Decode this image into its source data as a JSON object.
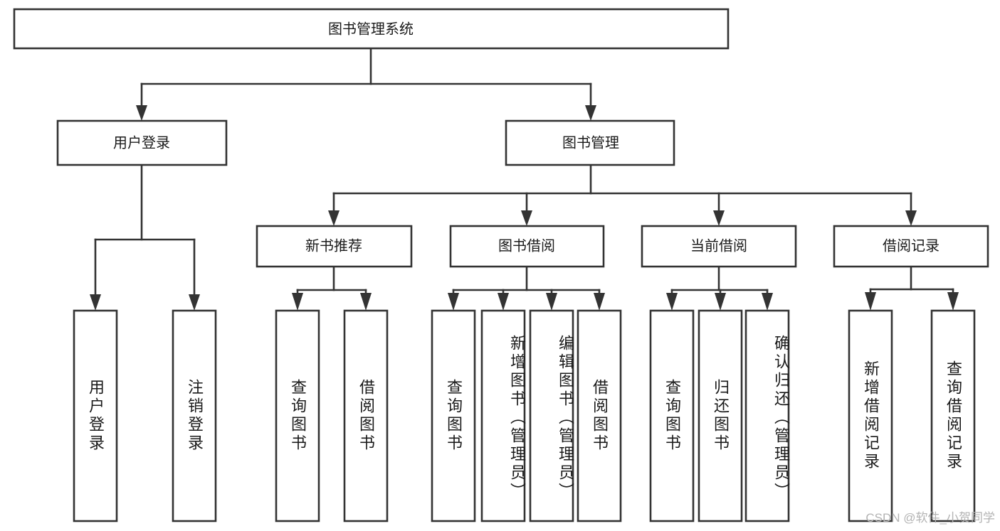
{
  "diagram": {
    "title": "图书管理系统",
    "type": "tree",
    "style": {
      "box_fill": "#ffffff",
      "box_stroke": "#333333",
      "text_color": "#1a1a1a",
      "background": "#ffffff",
      "watermark_color": "#b3b3b3"
    },
    "root": {
      "label": "图书管理系统"
    },
    "level1": [
      {
        "label": "用户登录"
      },
      {
        "label": "图书管理"
      }
    ],
    "level2": [
      {
        "label": "新书推荐"
      },
      {
        "label": "图书借阅"
      },
      {
        "label": "当前借阅"
      },
      {
        "label": "借阅记录"
      }
    ],
    "leaves": {
      "user_login": [
        {
          "label": "用户登录"
        },
        {
          "label": "注销登录"
        }
      ],
      "new_book_recommend": [
        {
          "label": "查询图书"
        },
        {
          "label": "借阅图书"
        }
      ],
      "book_borrow": [
        {
          "label": "查询图书"
        },
        {
          "label": "新增图书（管理员）"
        },
        {
          "label": "编辑图书（管理员）"
        },
        {
          "label": "借阅图书"
        }
      ],
      "current_borrow": [
        {
          "label": "查询图书"
        },
        {
          "label": "归还图书"
        },
        {
          "label": "确认归还（管理员）"
        }
      ],
      "borrow_record": [
        {
          "label": "新增借阅记录"
        },
        {
          "label": "查询借阅记录"
        }
      ]
    },
    "watermark": "CSDN @软件_小贺同学"
  }
}
